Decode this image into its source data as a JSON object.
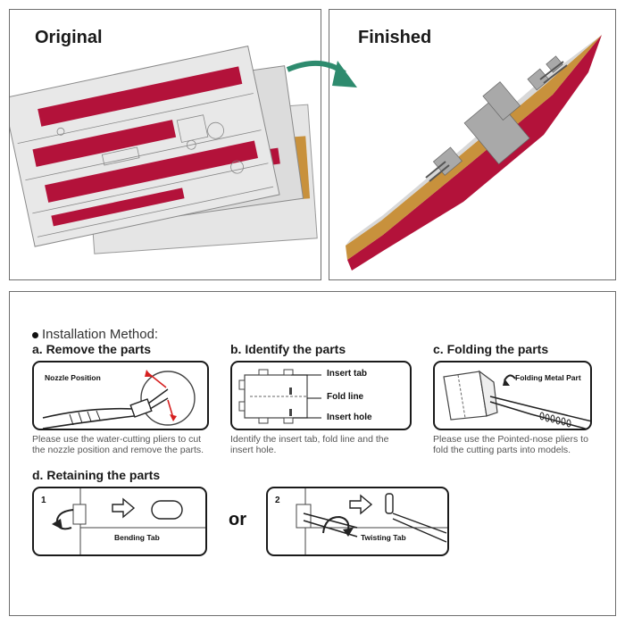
{
  "top": {
    "original_label": "Original",
    "finished_label": "Finished"
  },
  "install": {
    "title": "Installation Method:",
    "a": {
      "title": "a. Remove the parts",
      "label": "Nozzle Position",
      "desc": "Please use the water-cutting pliers to cut the nozzle position and remove the parts."
    },
    "b": {
      "title": "b. Identify the parts",
      "labels": [
        "Insert tab",
        "Fold line",
        "Insert hole"
      ],
      "desc": "Identify the insert tab, fold line and the insert hole."
    },
    "c": {
      "title": "c. Folding the parts",
      "label": "Folding Metal Part",
      "desc": "Please use the Pointed-nose pliers to fold the cutting parts into models."
    },
    "d": {
      "title": "d. Retaining the parts",
      "step1_num": "1",
      "step1_label": "Bending Tab",
      "or": "or",
      "step2_num": "2",
      "step2_label": "Twisting Tab"
    }
  },
  "colors": {
    "hull_red": "#b3123a",
    "deck_wood": "#c8913c",
    "metal": "#c9c9c9",
    "arrow_green": "#2e8b6e",
    "plier_red": "#d62020"
  }
}
